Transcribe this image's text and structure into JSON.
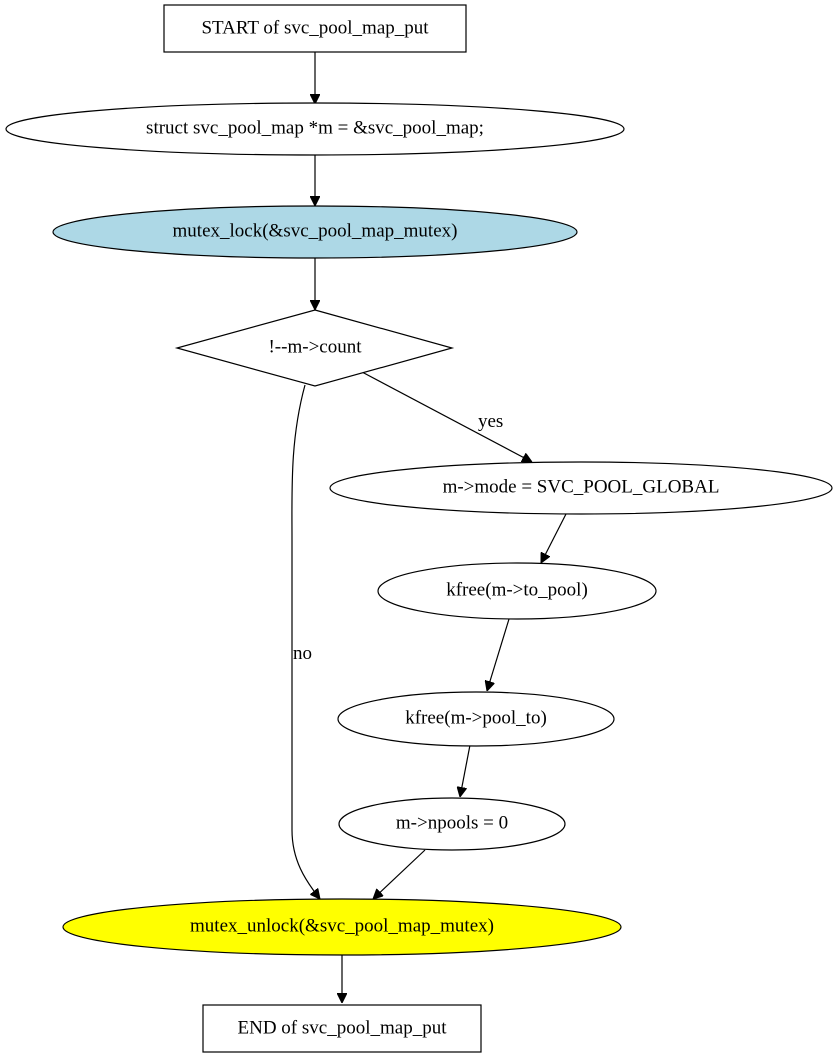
{
  "diagram": {
    "nodes": {
      "start": {
        "label": "START of svc_pool_map_put",
        "shape": "box",
        "fill": "#ffffff"
      },
      "decl": {
        "label": "struct svc_pool_map *m = &svc_pool_map;",
        "shape": "ellipse",
        "fill": "#ffffff"
      },
      "lock": {
        "label": "mutex_lock(&svc_pool_map_mutex)",
        "shape": "ellipse",
        "fill": "#add8e6"
      },
      "cond": {
        "label": "!--m->count",
        "shape": "diamond",
        "fill": "#ffffff"
      },
      "mode": {
        "label": "m->mode = SVC_POOL_GLOBAL",
        "shape": "ellipse",
        "fill": "#ffffff"
      },
      "free_to": {
        "label": "kfree(m->to_pool)",
        "shape": "ellipse",
        "fill": "#ffffff"
      },
      "free_pool": {
        "label": "kfree(m->pool_to)",
        "shape": "ellipse",
        "fill": "#ffffff"
      },
      "npools": {
        "label": "m->npools = 0",
        "shape": "ellipse",
        "fill": "#ffffff"
      },
      "unlock": {
        "label": "mutex_unlock(&svc_pool_map_mutex)",
        "shape": "ellipse",
        "fill": "#ffff00"
      },
      "end": {
        "label": "END of svc_pool_map_put",
        "shape": "box",
        "fill": "#ffffff"
      }
    },
    "edges": {
      "start_decl": {
        "from": "start",
        "to": "decl",
        "label": ""
      },
      "decl_lock": {
        "from": "decl",
        "to": "lock",
        "label": ""
      },
      "lock_cond": {
        "from": "lock",
        "to": "cond",
        "label": ""
      },
      "cond_mode": {
        "from": "cond",
        "to": "mode",
        "label": "yes"
      },
      "cond_unlock": {
        "from": "cond",
        "to": "unlock",
        "label": "no"
      },
      "mode_freeto": {
        "from": "mode",
        "to": "free_to",
        "label": ""
      },
      "freeto_freepool": {
        "from": "free_to",
        "to": "free_pool",
        "label": ""
      },
      "freepool_npools": {
        "from": "free_pool",
        "to": "npools",
        "label": ""
      },
      "npools_unlock": {
        "from": "npools",
        "to": "unlock",
        "label": ""
      },
      "unlock_end": {
        "from": "unlock",
        "to": "end",
        "label": ""
      }
    }
  }
}
